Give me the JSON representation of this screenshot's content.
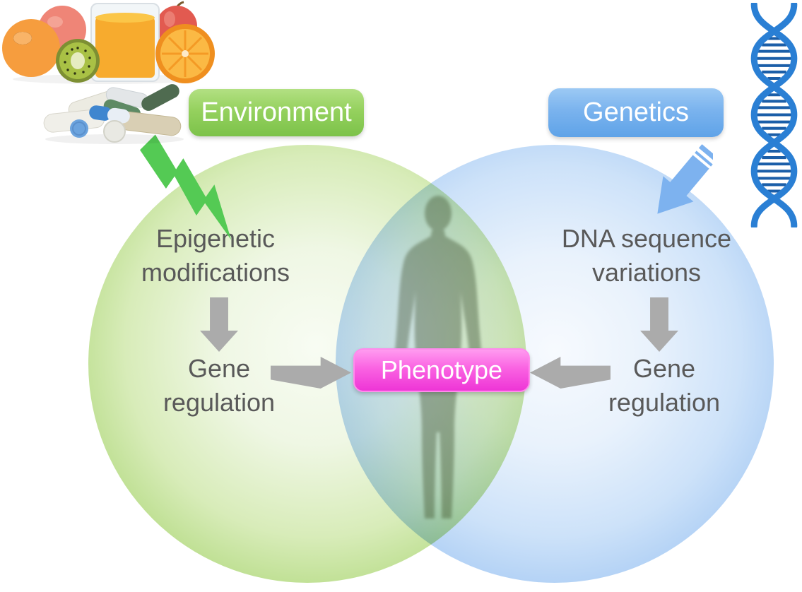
{
  "diagram": {
    "type": "venn-flow",
    "environment": {
      "label": "Environment",
      "color": "#7cc24a",
      "node1": "Epigenetic modifications",
      "node2": "Gene regulation"
    },
    "genetics": {
      "label": "Genetics",
      "color": "#5fa3e8",
      "node1": "DNA sequence variations",
      "node2": "Gene regulation"
    },
    "phenotype": {
      "label": "Phenotype",
      "color": "#ee35d6"
    },
    "icons": {
      "environment_sources": [
        "oranges",
        "apple",
        "kiwi",
        "orange-juice-glass",
        "pills"
      ],
      "genetics_source": "dna-double-helix",
      "center_figure": "human-silhouette",
      "environment_connector": "green-lightning-arrow",
      "genetics_connector": "blue-arrow"
    },
    "colors": {
      "arrow_gray": "#ababab",
      "text_gray": "#595959",
      "lightning_green": "#54ca54",
      "dna_blue": "#2a7fd4",
      "circle_green_edge": "#95c856",
      "circle_blue_edge": "#85b5ee"
    }
  }
}
